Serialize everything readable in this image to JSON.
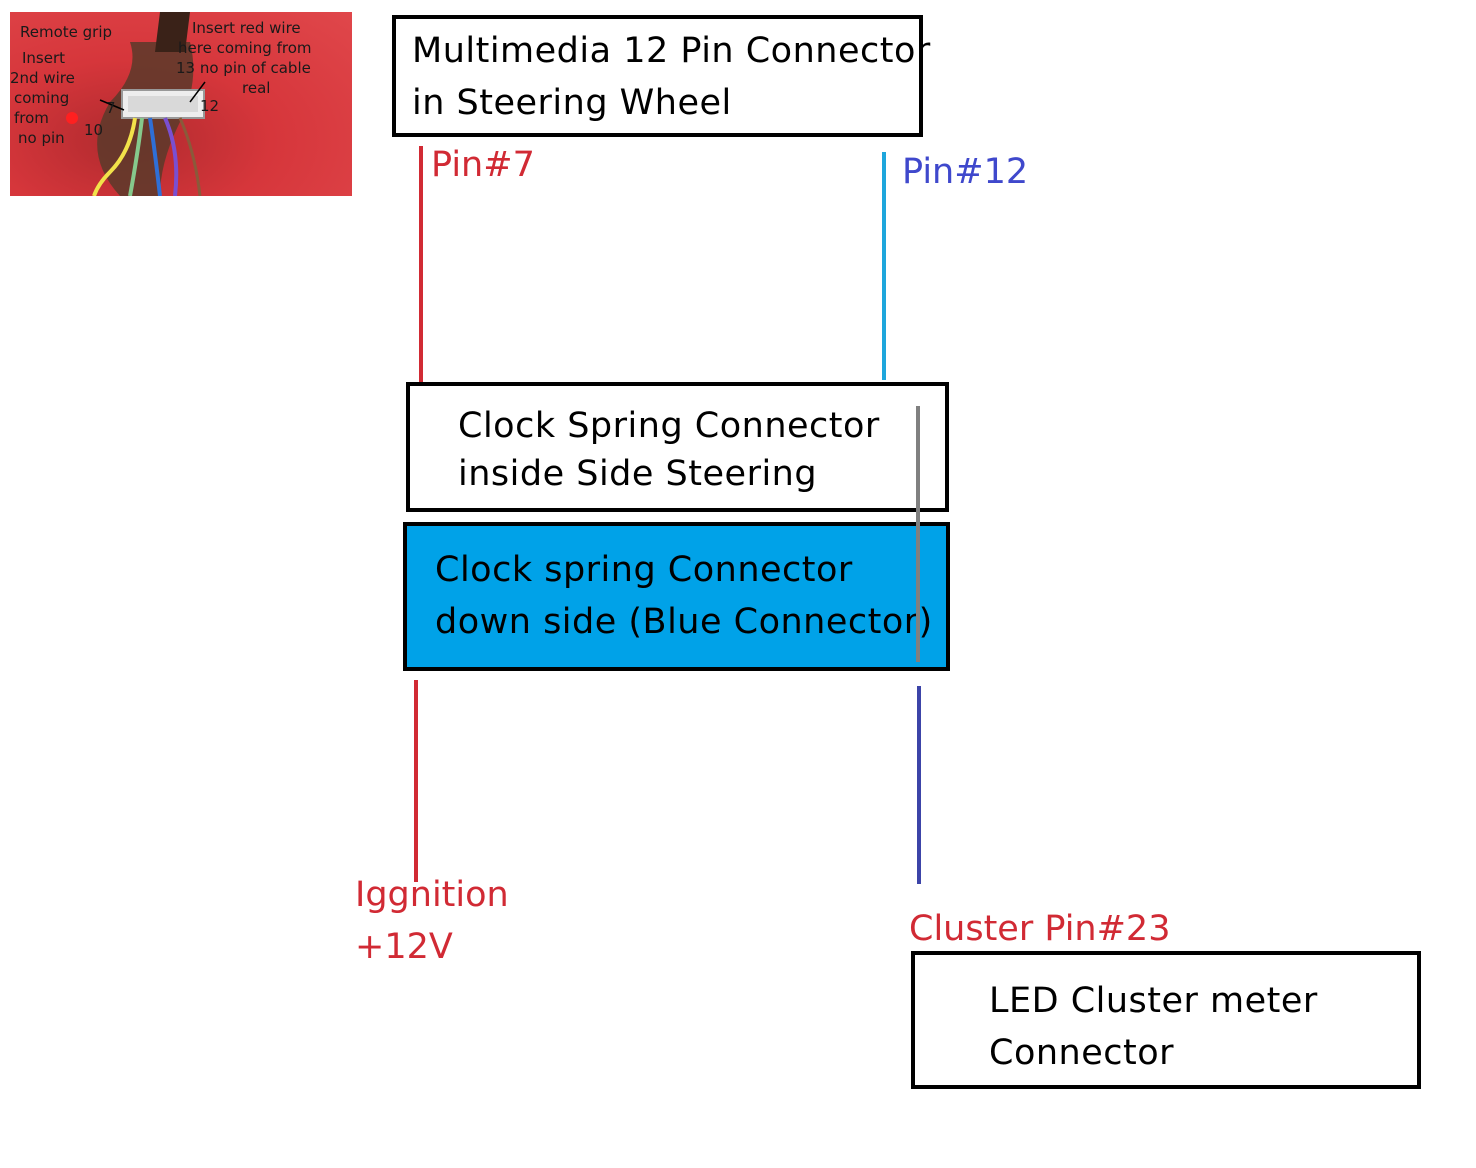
{
  "photo": {
    "remote_grip": "Remote grip",
    "left_note": [
      "Insert",
      "2nd wire",
      "coming",
      "from",
      "no pin"
    ],
    "right_note": [
      "Insert red wire",
      "here coming from",
      "13 no pin of cable",
      "real"
    ],
    "pin7": "7",
    "pin10": "10",
    "pin12": "12"
  },
  "boxes": {
    "multimedia": [
      "Multimedia 12 Pin Connector",
      "in Steering Wheel"
    ],
    "clock_upper": [
      "Clock Spring Connector",
      "inside Side Steering"
    ],
    "clock_lower": [
      "Clock spring Connector",
      "down side (Blue Connector)"
    ],
    "led_cluster": [
      "LED Cluster meter",
      "Connector"
    ]
  },
  "labels": {
    "pin7": "Pin#7",
    "pin12": "Pin#12",
    "ignition": [
      "Iggnition",
      "+12V"
    ],
    "cluster_pin": "Cluster Pin#23"
  },
  "colors": {
    "red_wire": "#d12a34",
    "cyan_wire": "#1ea6dc",
    "blue_wire": "#3c44a8",
    "gray_wire": "#808080",
    "blue_connector": "#00a2e8",
    "pin12_text": "#3f48cc",
    "red_text": "#d12a34"
  }
}
